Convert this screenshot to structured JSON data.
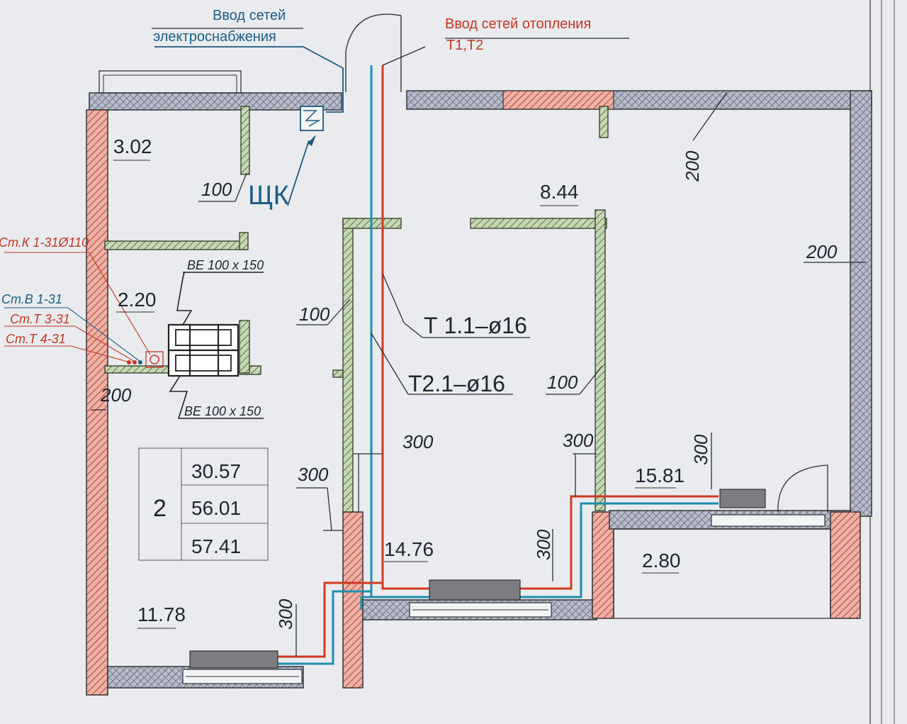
{
  "colors": {
    "paper": "#e9ebef",
    "wall_exterior": "#9aa1b4",
    "wall_interior": "#6f8f55",
    "wall_brick": "#d24a3a",
    "heating_supply": "#d2391f",
    "heating_return": "#1e8fb0",
    "power_line": "#1d5a80",
    "radiator": "#7b7d82"
  },
  "icons": {
    "electric_panel": "panel-icon",
    "radiator": "radiator-icon",
    "door": "door-swing-icon",
    "riser": "riser-icon",
    "vent": "vent-grille-icon"
  },
  "labels": {
    "power_input_line1": "Ввод сетей",
    "power_input_line2": "электроснабжения",
    "heating_input_line1": "Ввод сетей отопления",
    "heating_input_line2": "Т1,Т2",
    "panel": "ЩК",
    "vent_top": "ВЕ 100 х 150",
    "vent_bottom": "ВЕ 100 х 150",
    "riser_k": "Ст.К 1-31Ø110",
    "riser_v": "Ст.В 1-31",
    "riser_t3": "Ст.Т 3-31",
    "riser_t4": "Ст.Т 4-31",
    "pipe_t1": "Т 1.1–ø16",
    "pipe_t2": "Т2.1–ø16"
  },
  "rooms": {
    "bath": "3.02",
    "wc": "2.20",
    "hall": "8.44",
    "living": "15.81",
    "kitchen": "14.76",
    "bedroom": "11.78",
    "balcony": "2.80"
  },
  "dimensions": {
    "d100_bath": "100",
    "d200_top_right": "200",
    "d200_right": "200",
    "d100_corridor": "100",
    "d100_hall_right": "100",
    "d200_left": "200",
    "d300_kitchen_a": "300",
    "d300_kitchen_b": "300",
    "d300_living": "300",
    "d300_left": "300",
    "d300_kitchen_c": "300",
    "d300_bedroom": "300"
  },
  "area_table": {
    "rooms_count": "2",
    "living_area": "30.57",
    "total_area": "56.01",
    "total_area_with_balcony": "57.41"
  }
}
